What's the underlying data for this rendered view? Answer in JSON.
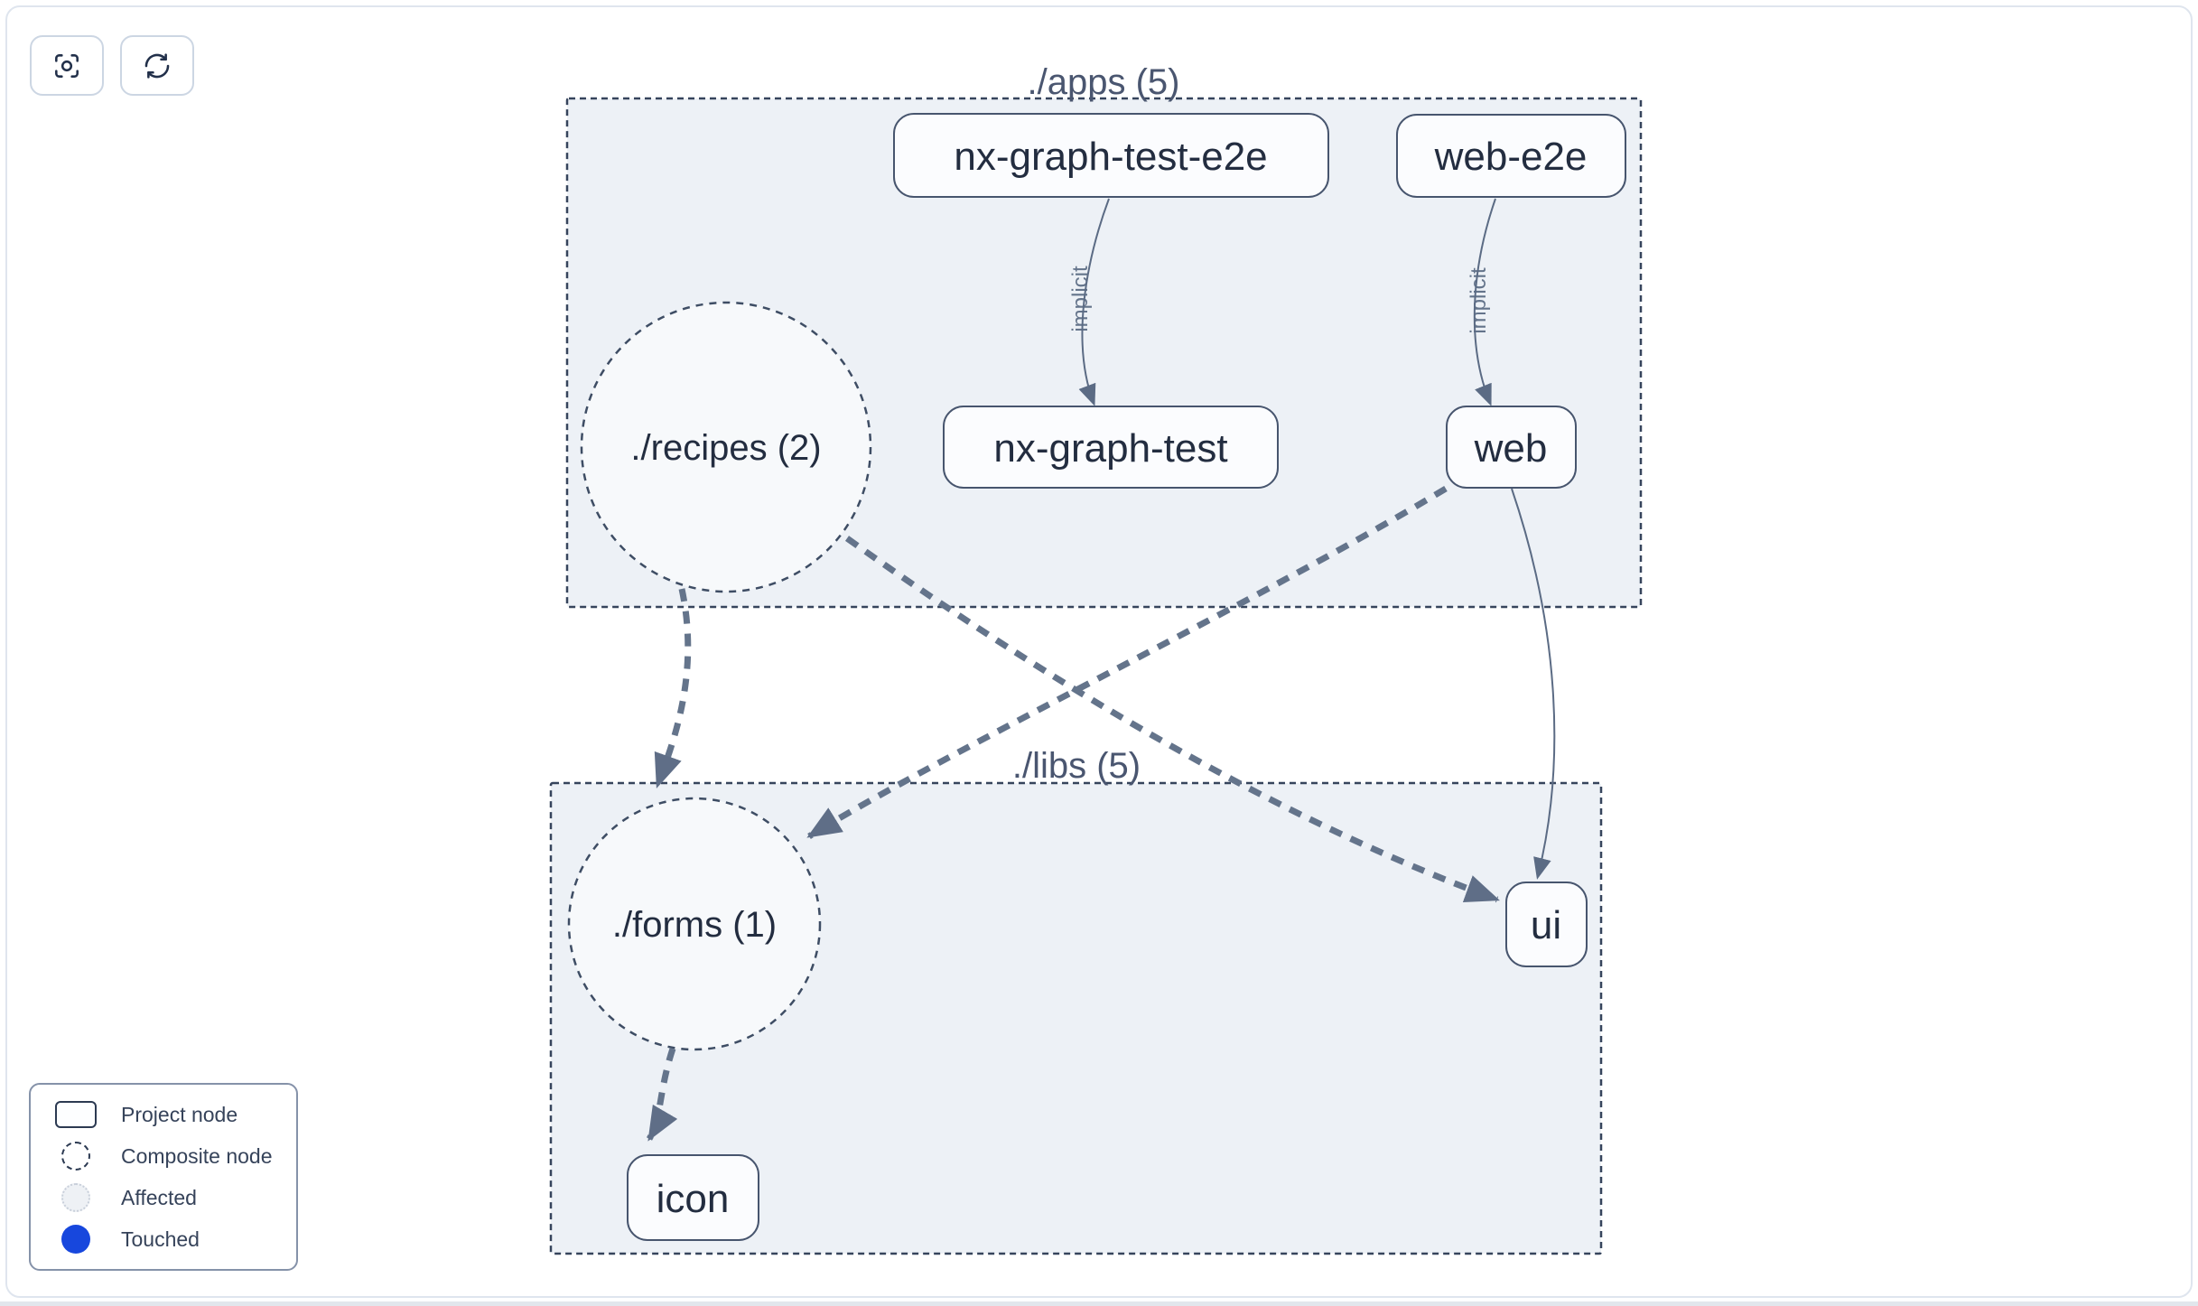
{
  "toolbar": {
    "buttons": [
      {
        "icon": "focus-center-icon"
      },
      {
        "icon": "refresh-icon"
      }
    ]
  },
  "graph": {
    "groups": [
      {
        "id": "apps",
        "label": "./apps (5)"
      },
      {
        "id": "libs",
        "label": "./libs (5)"
      }
    ],
    "composite_nodes": [
      {
        "id": "recipes",
        "label": "./recipes (2)",
        "group": "apps"
      },
      {
        "id": "forms",
        "label": "./forms (1)",
        "group": "libs"
      }
    ],
    "project_nodes": [
      {
        "id": "nx-graph-test-e2e",
        "label": "nx-graph-test-e2e",
        "group": "apps"
      },
      {
        "id": "web-e2e",
        "label": "web-e2e",
        "group": "apps"
      },
      {
        "id": "nx-graph-test",
        "label": "nx-graph-test",
        "group": "apps"
      },
      {
        "id": "web",
        "label": "web",
        "group": "apps"
      },
      {
        "id": "ui",
        "label": "ui",
        "group": "libs"
      },
      {
        "id": "icon",
        "label": "icon",
        "group": "libs"
      }
    ],
    "edges": [
      {
        "from": "nx-graph-test-e2e",
        "to": "nx-graph-test",
        "type": "implicit",
        "label": "implicit"
      },
      {
        "from": "web-e2e",
        "to": "web",
        "type": "implicit",
        "label": "implicit"
      },
      {
        "from": "./recipes (2)",
        "to": "./forms (1)",
        "type": "dashed-dependency",
        "label": ""
      },
      {
        "from": "web",
        "to": "./forms (1)",
        "type": "dashed-dependency",
        "label": ""
      },
      {
        "from": "./recipes (2)",
        "to": "ui",
        "type": "dashed-dependency",
        "label": ""
      },
      {
        "from": "web",
        "to": "ui",
        "type": "direct-dependency",
        "label": ""
      },
      {
        "from": "./forms (1)",
        "to": "icon",
        "type": "dashed-dependency",
        "label": ""
      }
    ]
  },
  "legend": {
    "items": [
      {
        "swatch": "project-node",
        "label": "Project node"
      },
      {
        "swatch": "composite-node",
        "label": "Composite node"
      },
      {
        "swatch": "affected",
        "label": "Affected"
      },
      {
        "swatch": "touched",
        "label": "Touched"
      }
    ]
  },
  "colors": {
    "group_fill": "#edf1f6",
    "composite_fill": "#f7f9fb",
    "node_fill": "#fbfcfe",
    "dark_border": "#36445c",
    "edge_slate": "#64748b",
    "text_dark": "#232d40",
    "text_muted": "#4a5670",
    "touched_blue": "#1747dd"
  }
}
